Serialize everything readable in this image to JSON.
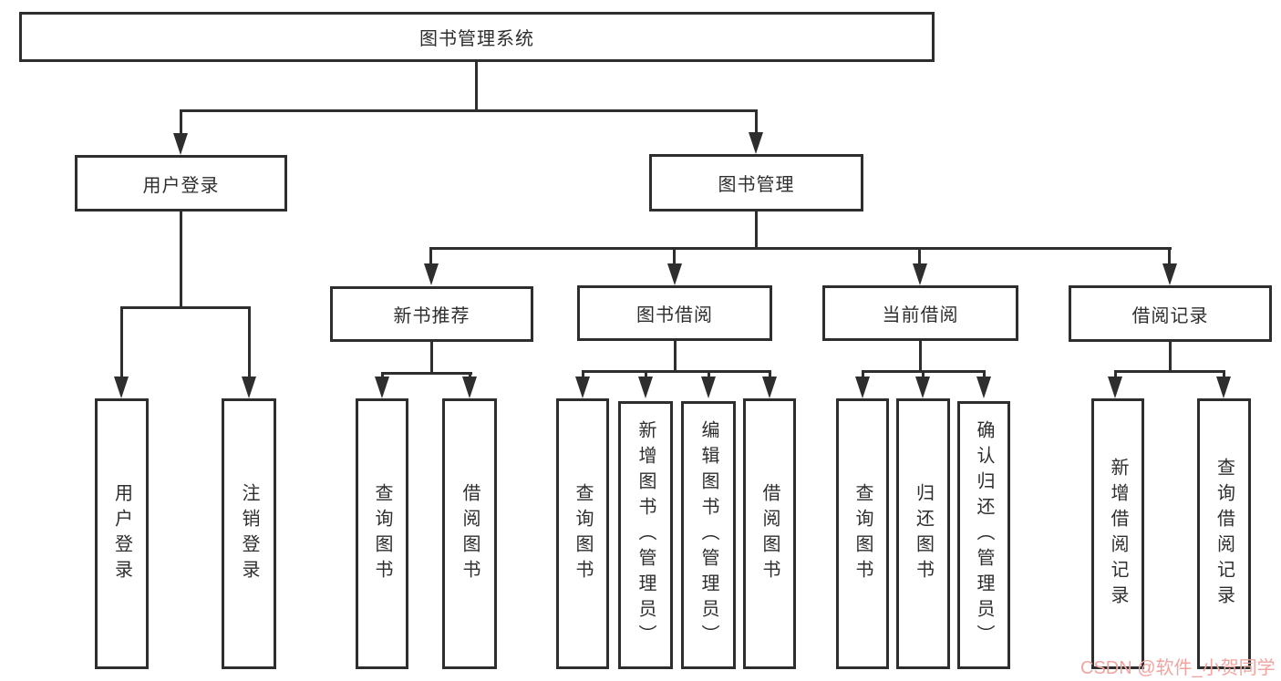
{
  "tree": {
    "root": {
      "label": "图书管理系统"
    },
    "branches": [
      {
        "label": "用户登录",
        "leaves": [
          "用户登录",
          "注销登录"
        ]
      },
      {
        "label": "图书管理",
        "groups": [
          {
            "label": "新书推荐",
            "leaves": [
              "查询图书",
              "借阅图书"
            ]
          },
          {
            "label": "图书借阅",
            "leaves": [
              "查询图书",
              "新增图书（管理员）",
              "编辑图书（管理员）",
              "借阅图书"
            ]
          },
          {
            "label": "当前借阅",
            "leaves": [
              "查询图书",
              "归还图书",
              "确认归还（管理员）"
            ]
          },
          {
            "label": "借阅记录",
            "leaves": [
              "新增借阅记录",
              "查询借阅记录"
            ]
          }
        ]
      }
    ]
  },
  "watermark": {
    "text": "CSDN @软件_小贺同学",
    "color": "#f0a5a0"
  },
  "colors": {
    "line": "#2e2e2e",
    "text": "#2e2e2e",
    "background": "#ffffff"
  }
}
